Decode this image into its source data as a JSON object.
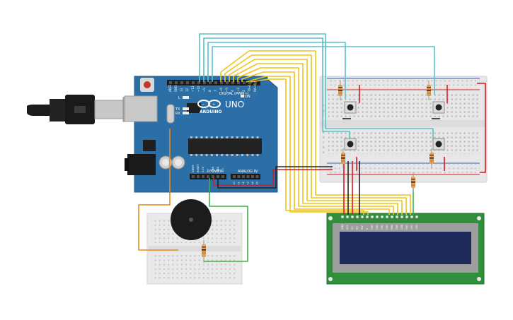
{
  "arduino": {
    "model_label": "UNO",
    "brand_label": "ARDUINO",
    "digital_label": "DIGITAL (PWM~)",
    "power_label": "POWER",
    "analog_label": "ANALOG IN",
    "tx_label": "TX",
    "rx_label": "RX",
    "l_label": "L",
    "on_label": "ON",
    "digital_pins": [
      "AREF",
      "GND",
      "13",
      "12",
      "~11",
      "~10",
      "~9",
      "8",
      "7",
      "~6",
      "~5",
      "4",
      "~3",
      "2",
      "TX→1",
      "RX←0"
    ],
    "power_pins": [
      "IOREF",
      "RESET",
      "3.3V",
      "5V",
      "GND",
      "GND",
      "Vin"
    ],
    "analog_pins": [
      "A0",
      "A1",
      "A2",
      "A3",
      "A4",
      "A5"
    ]
  },
  "lcd": {
    "pin_labels": [
      "GND",
      "VCC",
      "V0",
      "RS",
      "RW",
      "E",
      "DB0",
      "DB1",
      "DB2",
      "DB3",
      "DB4",
      "DB5",
      "DB6",
      "DB7",
      "LED",
      "LED"
    ]
  },
  "breadboard": {
    "row_letters_top": [
      "j",
      "i",
      "h",
      "g",
      "f"
    ],
    "row_letters_bottom": [
      "e",
      "d",
      "c",
      "b",
      "a"
    ]
  },
  "colors": {
    "board": "#2c6fa6",
    "wire_cyan": "#5bc0c8",
    "wire_yellow": "#f0c419",
    "wire_red": "#d71920",
    "wire_black": "#222222",
    "wire_orange": "#e8891c",
    "wire_green": "#3fae49",
    "lcd_screen": "#1d2a5a",
    "lcd_frame": "#2f8f3a"
  }
}
